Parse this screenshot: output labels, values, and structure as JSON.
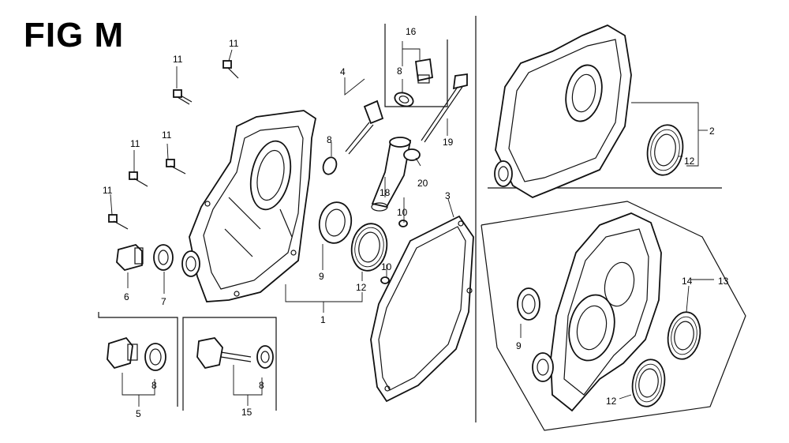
{
  "figure": {
    "title": "FIG M"
  },
  "callouts": {
    "c1": "1",
    "c2": "2",
    "c3": "3",
    "c4": "4",
    "c5": "5",
    "c6": "6",
    "c7": "7",
    "c8a": "8",
    "c8b": "8",
    "c8c": "8",
    "c8d": "8",
    "c9a": "9",
    "c9b": "9",
    "c10a": "10",
    "c10b": "10",
    "c11a": "11",
    "c11b": "11",
    "c11c": "11",
    "c11d": "11",
    "c11e": "11",
    "c12a": "12",
    "c12b": "12",
    "c12c": "12",
    "c13": "13",
    "c14": "14",
    "c15": "15",
    "c16": "16",
    "c18": "18",
    "c19": "19",
    "c20": "20"
  }
}
